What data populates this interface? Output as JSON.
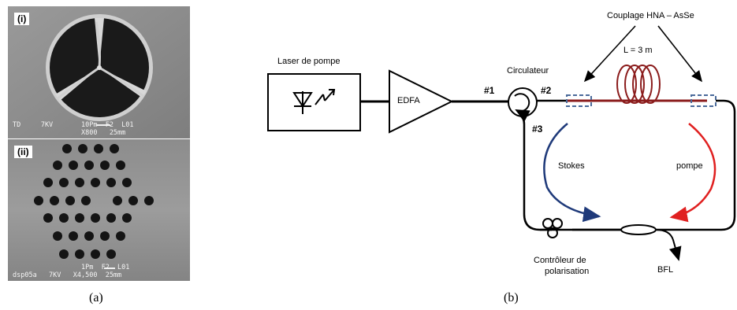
{
  "panel_a": {
    "caption": "(a)",
    "image_i": {
      "tag": "(i)",
      "info_line": "TD     7KV       10Pm  F2  L01",
      "info_line2": "                 X800   25mm",
      "description": "Suspended three-hole microstructured fiber core (SEM)"
    },
    "image_ii": {
      "tag": "(ii)",
      "info_line": "                 1Pm  F2  L01",
      "info_line2": "dsp05a   7KV   X4,500  25mm",
      "description": "Hexagonal air-hole lattice fiber (SEM)"
    }
  },
  "panel_b": {
    "caption": "(b)",
    "laser_label": "Laser de pompe",
    "edfa_label": "EDFA",
    "circulator_label": "Circulateur",
    "port1": "#1",
    "port2": "#2",
    "port3": "#3",
    "coupling_label": "Couplage HNA – AsSe",
    "fiber_length": "L = 3 m",
    "stokes_label": "Stokes",
    "pump_label": "pompe",
    "controller_label_line1": "Contrôleur de",
    "controller_label_line2": "polarisation",
    "output_label": "BFL",
    "colors": {
      "fiber_coil": "#8b1c1c",
      "stokes_arrow": "#1f3a7a",
      "pump_arrow": "#e02020",
      "coupler_box": "#4a6a9a"
    }
  }
}
